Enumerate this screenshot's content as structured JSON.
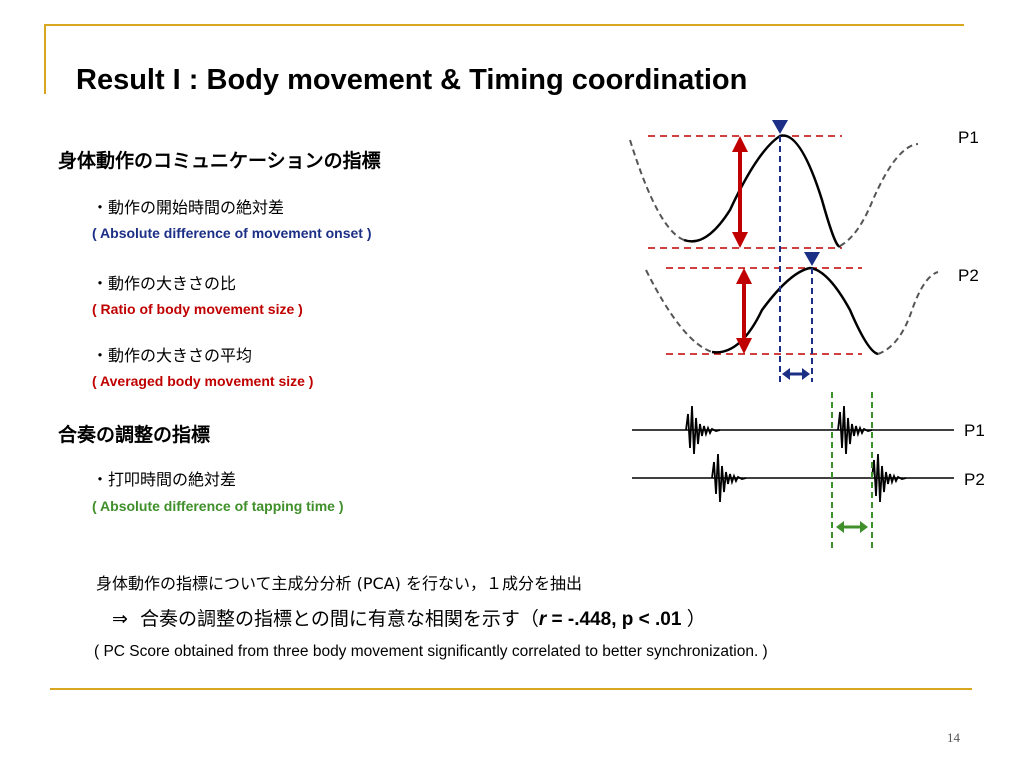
{
  "title": "Result I : Body movement & Timing coordination",
  "section1": {
    "heading": "身体動作のコミュニケーションの指標",
    "items": [
      {
        "jp": "・動作の開始時間の絶対差",
        "en": "( Absolute difference of movement onset )",
        "color": "#1c2f86"
      },
      {
        "jp": "・動作の大きさの比",
        "en": "( Ratio of body movement size )",
        "color": "#c00000"
      },
      {
        "jp": "・動作の大きさの平均",
        "en": "( Averaged body movement size )",
        "color": "#c00000"
      }
    ]
  },
  "section2": {
    "heading": "合奏の調整の指標",
    "items": [
      {
        "jp": "・打叩時間の絶対差",
        "en": "( Absolute difference of tapping time )",
        "color": "#3f8f2a"
      }
    ]
  },
  "diagram1": {
    "label_top": "P1",
    "label_bottom": "P2"
  },
  "diagram2": {
    "label_top": "P1",
    "label_bottom": "P2"
  },
  "pca_line": "身体動作の指標について主成分分析 (PCA) を行ない，１成分を抽出",
  "conclusion": {
    "arrow": "⇒",
    "text": "合奏の調整の指標との間に有意な相関を示す（",
    "r_label": "r",
    "stats": " = -.448, p < .01 ",
    "close": "）"
  },
  "note": "( PC Score obtained from three body movement significantly correlated to better synchronization. )",
  "page_number": "14"
}
